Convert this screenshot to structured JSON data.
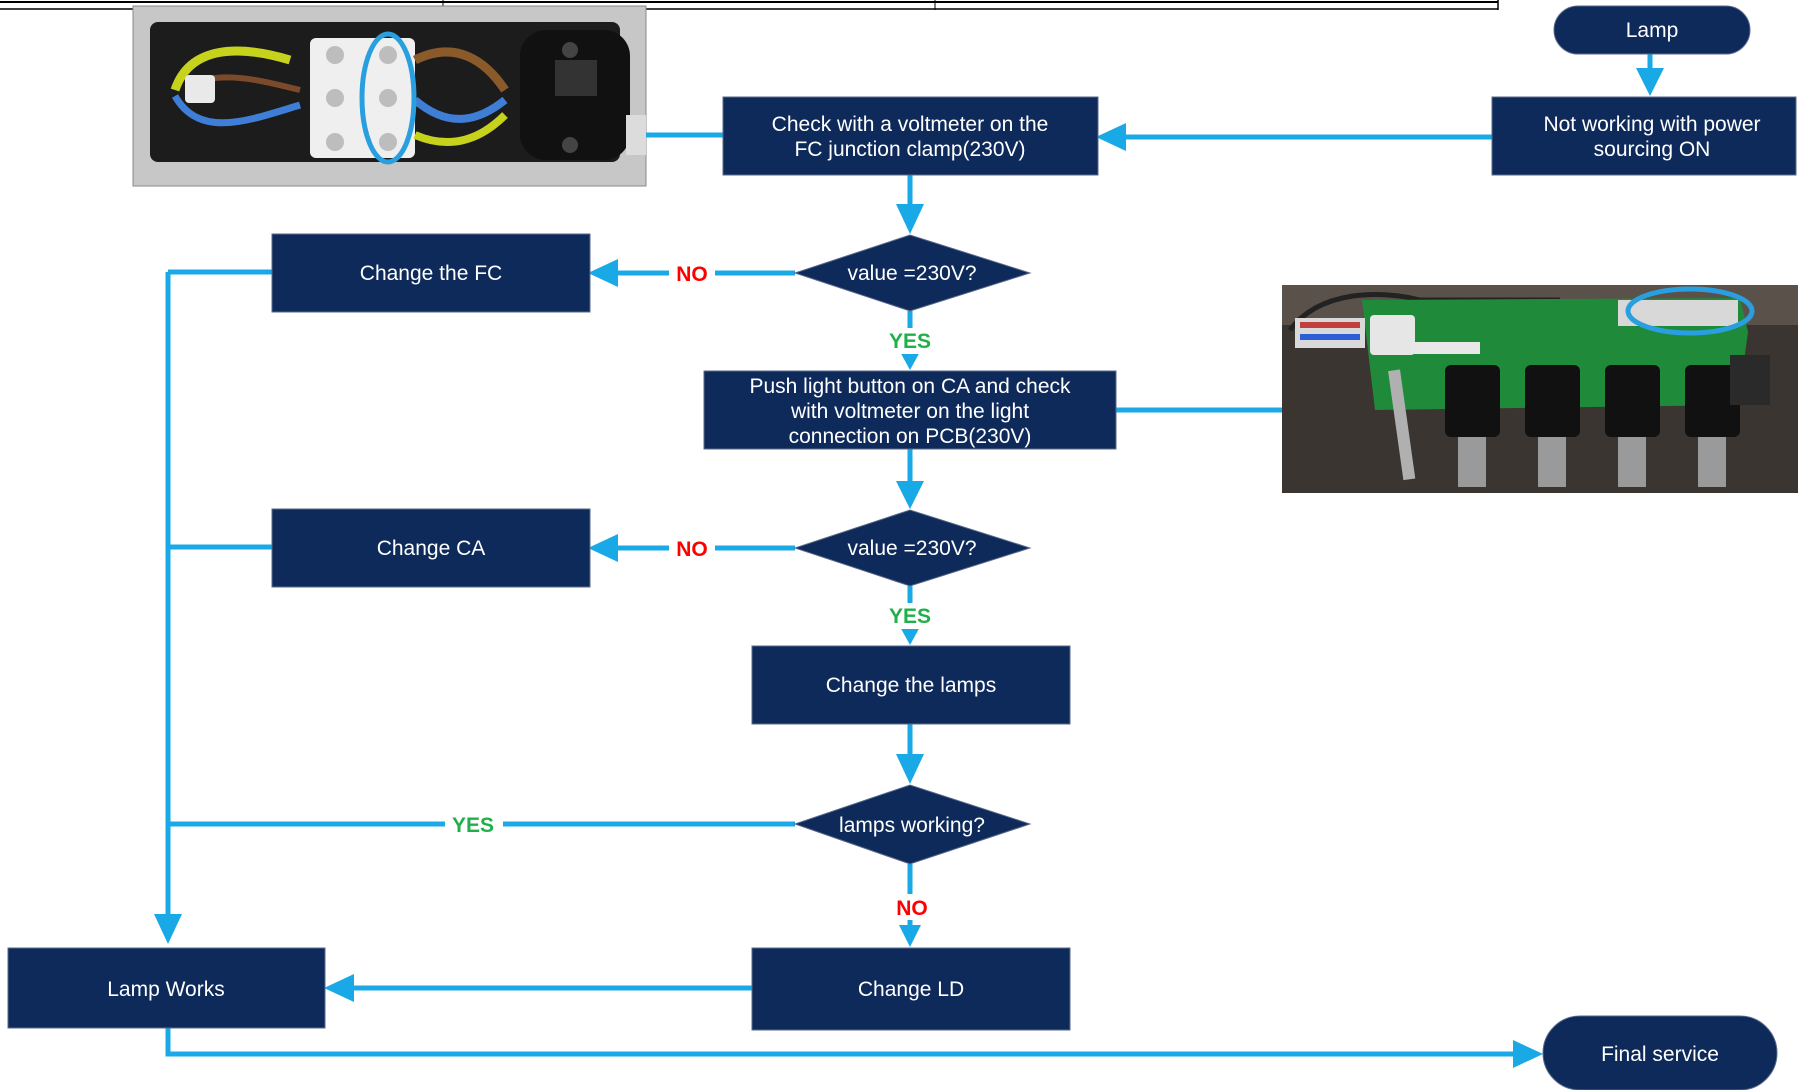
{
  "flowchart": {
    "start": "Lamp",
    "not_working": [
      "Not working with power",
      "sourcing ON"
    ],
    "check_clamp": [
      "Check with a voltmeter on the",
      "FC junction clamp(230V)"
    ],
    "decision1": "value =230V?",
    "change_fc": "Change the FC",
    "push_button": [
      "Push light button on CA and check",
      "with voltmeter on the light",
      "connection on PCB(230V)"
    ],
    "decision2": "value =230V?",
    "change_ca": "Change CA",
    "change_lamps": "Change the lamps",
    "decision3": "lamps working?",
    "change_ld": "Change LD",
    "lamp_works": "Lamp Works",
    "final_service": "Final service",
    "label_no": "NO",
    "label_yes": "YES"
  },
  "colors": {
    "node": "#0e2a5a",
    "connector": "#19a9e6",
    "no_label": "#ff0000",
    "yes_label": "#1fb04a"
  },
  "photos": [
    "junction-clamp-photo",
    "pcb-light-connection-photo"
  ]
}
